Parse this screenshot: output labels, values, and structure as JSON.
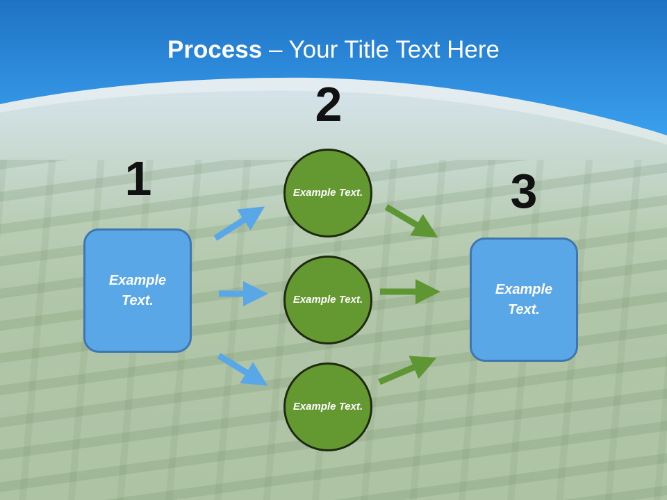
{
  "title": {
    "bold": "Process",
    "rest": " – Your Title Text Here"
  },
  "steps": {
    "one": "1",
    "two": "2",
    "three": "3"
  },
  "left_box": {
    "text": "Example Text."
  },
  "right_box": {
    "text": "Example Text."
  },
  "circles": [
    {
      "text": "Example Text."
    },
    {
      "text": "Example Text."
    },
    {
      "text": "Example Text."
    }
  ],
  "colors": {
    "box": "#5aa7e8",
    "circle": "#649932",
    "banner": "#2f8fdf",
    "blue_arrow": "#5aa7e8",
    "green_arrow": "#5e9633"
  }
}
